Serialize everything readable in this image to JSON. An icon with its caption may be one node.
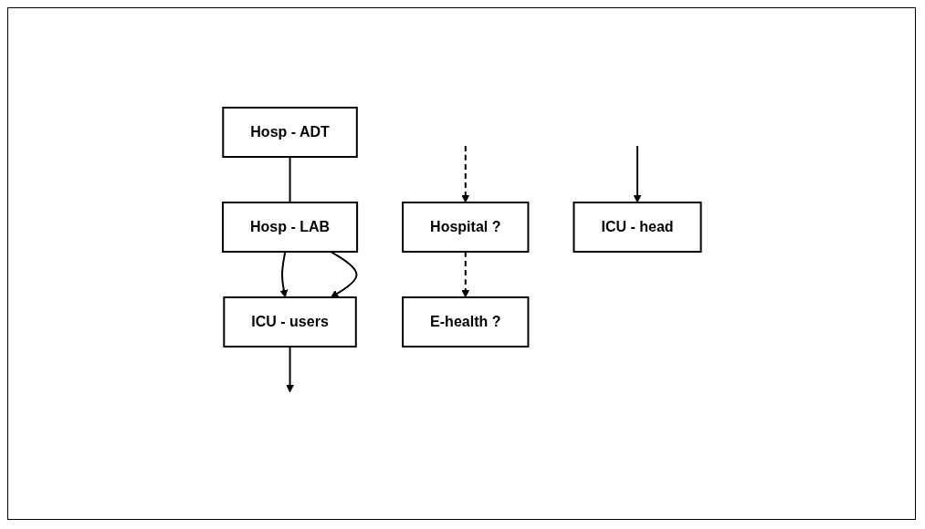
{
  "diagram": {
    "nodes": [
      {
        "text": [
          "Hosp - ADT"
        ]
      },
      {
        "text": [
          "Hosp - LAB"
        ]
      },
      {
        "text": [
          "ICU - users"
        ]
      },
      {
        "text": [
          "E-health ?"
        ]
      },
      {
        "text": [
          "Hospital ?"
        ]
      },
      {
        "text": [
          "ICU - head"
        ]
      }
    ],
    "edges": [
      {
        "from": 0,
        "to": 1,
        "arrow": "none"
      },
      {
        "from": 1,
        "to": 2,
        "arrow": "to"
      },
      {
        "from": 1,
        "to": 2,
        "arrow": "to"
      },
      {
        "from": 2,
        "to": null,
        "arrow": "to"
      },
      {
        "from": null,
        "to": 5,
        "arrow": "to"
      },
      {
        "from": null,
        "to": 4,
        "arrow": "to",
        "style": "dashed"
      },
      {
        "from": 4,
        "to": 3,
        "arrow": "to",
        "style": "dashed"
      }
    ]
  }
}
